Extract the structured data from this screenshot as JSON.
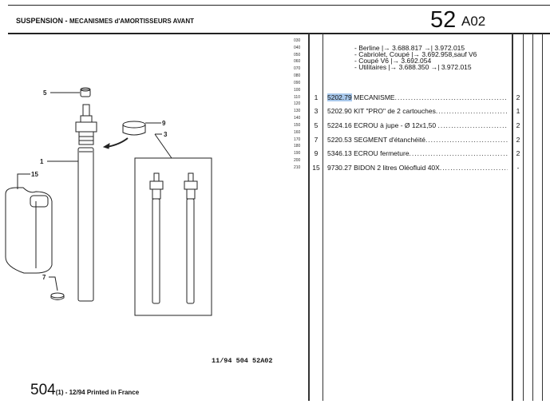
{
  "header": {
    "section": "SUSPENSION",
    "separator": " - ",
    "subtitle": "MECANISMES d'AMORTISSEURS AVANT",
    "page_number": "52",
    "page_code": "A02"
  },
  "line_numbers": [
    "030",
    "040",
    "050",
    "060",
    "070",
    "080",
    "090",
    "100",
    "110",
    "120",
    "130",
    "140",
    "150",
    "160",
    "170",
    "180",
    "190",
    "200",
    "210"
  ],
  "applicability": [
    "- Berline |→ 3.688.817 →| 3.972.015",
    "- Cabriolet, Coupé |→ 3.692.958,sauf V6",
    "- Coupé V6  |→ 3.692.054",
    "- Utilitaires |→ 3.688.350 →| 3.972.015"
  ],
  "parts": [
    {
      "item": "1",
      "ref": "5202.79",
      "label": "MECANISME",
      "qty": "2",
      "highlighted": true
    },
    {
      "item": "3",
      "ref": "5202.90",
      "label": "KIT \"PRO\" de 2 cartouches",
      "qty": "1"
    },
    {
      "item": "5",
      "ref": "5224.16",
      "label": "ECROU à jupe - Ø 12x1,50 ",
      "qty": "2"
    },
    {
      "item": "7",
      "ref": "5220.53",
      "label": "SEGMENT d'étanchéité",
      "qty": "2"
    },
    {
      "item": "9",
      "ref": "5346.13",
      "label": "ECROU fermeture",
      "qty": "2"
    },
    {
      "item": "15",
      "ref": "9730.27",
      "label": "BIDON 2 litres Oléofluid 40X",
      "qty": "-"
    }
  ],
  "illustration": {
    "callouts": [
      "5",
      "9",
      "3",
      "1",
      "15",
      "7"
    ]
  },
  "footer": {
    "doc_code": "11/94 504 52A02",
    "model": "504",
    "edition": "(1) - 12/94 Printed in France"
  },
  "colors": {
    "highlight": "#a9c9ec"
  }
}
